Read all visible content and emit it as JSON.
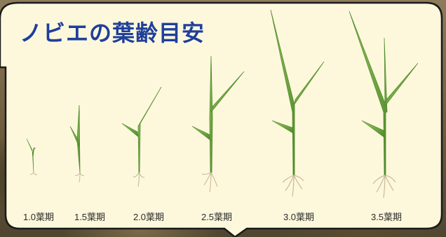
{
  "title": "ノビエの葉齢目安",
  "stages": [
    {
      "label": "1.0葉期"
    },
    {
      "label": "1.5葉期"
    },
    {
      "label": "2.0葉期"
    },
    {
      "label": "2.5葉期"
    },
    {
      "label": "3.0葉期"
    },
    {
      "label": "3.5葉期"
    }
  ],
  "colors": {
    "title": "#1f3f9a",
    "bubble_fill": "#fdf8dc",
    "bubble_stroke": "#1a1a1a",
    "leaf": "#7bb24a",
    "leaf_dark": "#4f8a2c",
    "root": "#cbb89a"
  },
  "icons": [
    "seedling-illustration"
  ]
}
